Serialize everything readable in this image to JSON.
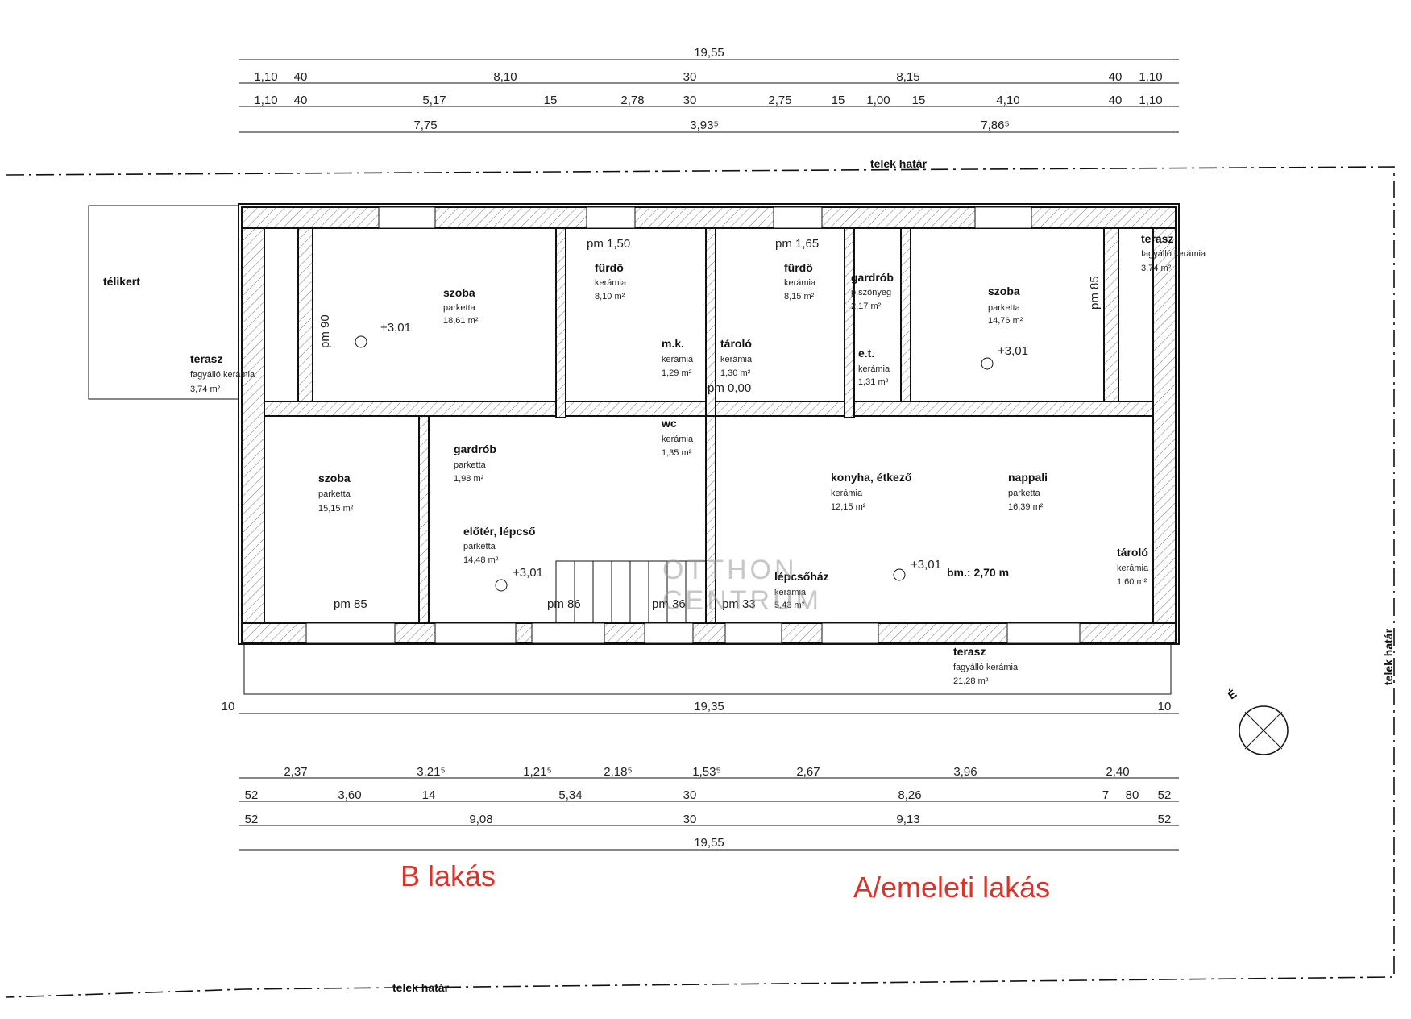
{
  "top_dims": {
    "row1": [
      "19,55"
    ],
    "row2": [
      "1,10",
      "40",
      "8,10",
      "30",
      "8,15",
      "40",
      "1,10"
    ],
    "row3": [
      "1,10",
      "40",
      "5,17",
      "15",
      "2,78",
      "30",
      "2,75",
      "15",
      "1,00",
      "15",
      "4,10",
      "40",
      "1,10"
    ],
    "row4": [
      "7,75",
      "3,93⁵",
      "7,86⁵"
    ]
  },
  "bottom_dims": {
    "row1": [
      "10",
      "19,35",
      "10"
    ],
    "row2": [
      "2,37",
      "3,21⁵",
      "1,21⁵",
      "2,18⁵",
      "1,53⁵",
      "2,67",
      "3,96",
      "2,40"
    ],
    "row3": [
      "52",
      "3,60",
      "14",
      "5,34",
      "30",
      "8,26",
      "7",
      "80",
      "52"
    ],
    "row4": [
      "52",
      "9,08",
      "30",
      "9,13",
      "52"
    ],
    "row5": [
      "19,55"
    ]
  },
  "boundary": {
    "top": "telek határ",
    "bottom": "telek határ",
    "right": "telek határ",
    "north": "É"
  },
  "rooms": {
    "szoba_b1": {
      "name": "szoba",
      "mat": "parketta",
      "area": "18,61 m²"
    },
    "szoba_b2": {
      "name": "szoba",
      "mat": "parketta",
      "area": "15,15 m²"
    },
    "gardrob_b": {
      "name": "gardrób",
      "mat": "parketta",
      "area": "1,98 m²"
    },
    "eloter": {
      "name": "előtér, lépcső",
      "mat": "parketta",
      "area": "14,48 m²"
    },
    "furdo_b": {
      "name": "fürdő",
      "mat": "kerámia",
      "area": "8,10 m²"
    },
    "mk": {
      "name": "m.k.",
      "mat": "kerámia",
      "area": "1,29 m²"
    },
    "wc": {
      "name": "wc",
      "mat": "kerámia",
      "area": "1,35 m²"
    },
    "tarolo1": {
      "name": "tároló",
      "mat": "kerámia",
      "area": "1,30 m²"
    },
    "furdo_a": {
      "name": "fürdő",
      "mat": "kerámia",
      "area": "8,15 m²"
    },
    "gardrob_a": {
      "name": "gardrób",
      "mat": "p.szőnyeg",
      "area": "2,17 m²"
    },
    "et": {
      "name": "e.t.",
      "mat": "kerámia",
      "area": "1,31 m²"
    },
    "szoba_a": {
      "name": "szoba",
      "mat": "parketta",
      "area": "14,76 m²"
    },
    "konyha": {
      "name": "konyha, étkező",
      "mat": "kerámia",
      "area": "12,15 m²"
    },
    "nappali": {
      "name": "nappali",
      "mat": "parketta",
      "area": "16,39 m²"
    },
    "tarolo2": {
      "name": "tároló",
      "mat": "kerámia",
      "area": "1,60 m²"
    },
    "lepcsohaz": {
      "name": "lépcsőház",
      "mat": "kerámia",
      "area": "5,43 m²"
    },
    "terasz_l": {
      "name": "terasz",
      "mat": "fagyálló kerámia",
      "area": "3,74 m²"
    },
    "terasz_r": {
      "name": "terasz",
      "mat": "fagyálló kerámia",
      "area": "3,74 m²"
    },
    "terasz_bottom": {
      "name": "terasz",
      "mat": "fagyálló kerámia",
      "area": "21,28 m²"
    },
    "telikert": {
      "name": "télikert"
    }
  },
  "levels": {
    "l1": "+3,01",
    "l2": "+3,01",
    "l3": "+3,01",
    "l4": "+3,01",
    "pm000": "pm 0,00",
    "bm": "bm.: 2,70 m"
  },
  "parapets": {
    "pm150": "pm 1,50",
    "pm165": "pm 1,65",
    "pm85a": "pm 85",
    "pm86": "pm 86",
    "pm36": "pm 36",
    "pm33": "pm 33",
    "pm90": "pm 90",
    "pm85b": "pm 85"
  },
  "apartments": {
    "b": "B lakás",
    "a": "A/emeleti lakás"
  },
  "watermark": {
    "line1": "OTTHON",
    "line2": "CENTRUM"
  }
}
